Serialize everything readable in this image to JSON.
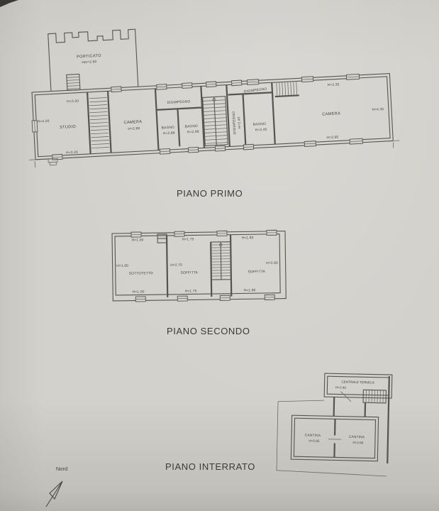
{
  "page": {
    "titles": {
      "floor1": "PIANO PRIMO",
      "floor2": "PIANO SECONDO",
      "floor3": "PIANO INTERRATO"
    },
    "north_label": "Nord",
    "colors": {
      "paper": "#d3d1cc",
      "ink": "#56544f"
    }
  },
  "floor1": {
    "porticato_name": "PORTICATO",
    "porticato_h": "Hm=2.90",
    "studio_name": "STUDIO",
    "studio_h_top": "H=3.20",
    "studio_h_left": "H=4.20",
    "studio_h_bottom": "H=3.20",
    "camera1_name": "CAMERA",
    "camera1_h": "H=2.88",
    "disimpegno1_name": "DISIMPEGNO",
    "bagno1_name": "BAGNO",
    "bagno1_h": "H=2.88",
    "bagno2_name": "BAGNO",
    "bagno2_h": "H=2.88",
    "disimpegno2_name": "DISIMPEGNO",
    "disimpegno2_h": "H=2.40",
    "bagno3_name": "BAGNO",
    "bagno3_h": "H=2.40",
    "disimpegno3_name": "DISIMPEGNO",
    "camera2_name": "CAMERA",
    "camera2_h_top": "H=3.35",
    "camera2_h_right": "H=4.35",
    "camera2_h_bottom": "H=3.95"
  },
  "floor2": {
    "sottotetto_name": "SOTTOTETTO",
    "sottotetto_h_top": "H=1.00",
    "sottotetto_h_left": "H=1.00",
    "sottotetto_h_bottom": "H=1.00",
    "soffitta1_name": "SOFFITTA",
    "soffitta1_h_top": "H=1.75",
    "soffitta1_h_left": "H=2.70",
    "soffitta1_h_bottom": "H=1.75",
    "soffitta2_name": "SOFFITTA",
    "soffitta2_h_top": "H=1.80",
    "soffitta2_h_right": "H=2.80",
    "soffitta2_h_bottom": "H=1.80"
  },
  "floor3": {
    "centrale_name": "CENTRALE TERMICA",
    "centrale_h": "H=2.40",
    "cantina1_name": "CANTINA",
    "cantina1_h": "H=2.65",
    "cantina2_name": "CANTINA",
    "cantina2_h": "H=2.66"
  }
}
